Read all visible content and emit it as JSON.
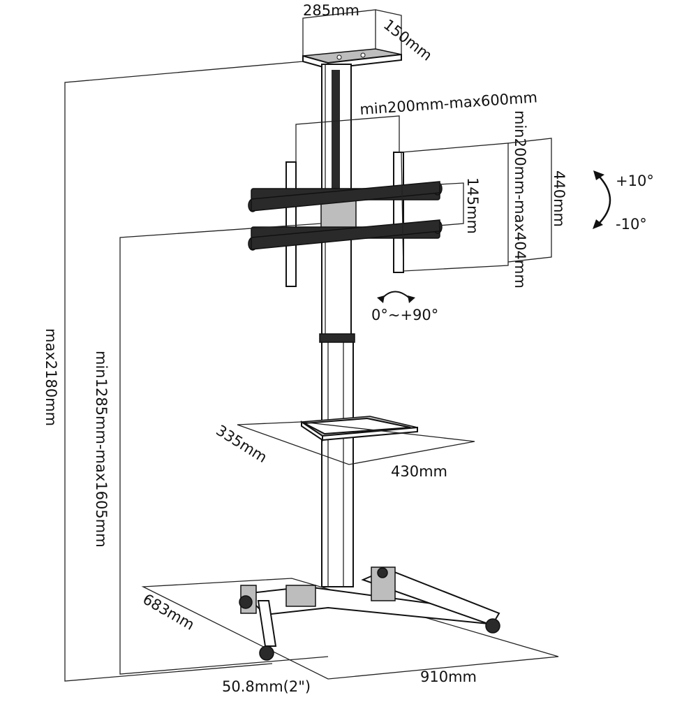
{
  "labels": {
    "top_width": "285mm",
    "top_depth": "150mm",
    "vesa_width": "min200mm-max600mm",
    "vesa_height": "min200mm-max404mm",
    "panel_height": "440mm",
    "arm_spacing": "145mm",
    "tilt_up": "+10°",
    "tilt_down": "-10°",
    "rotation": "0°~+90°",
    "overall_height": "max2180mm",
    "mount_height": "min1285mm-max1605mm",
    "shelf_depth": "335mm",
    "shelf_width": "430mm",
    "base_depth": "683mm",
    "caster": "50.8mm(2\")",
    "base_width": "910mm"
  }
}
